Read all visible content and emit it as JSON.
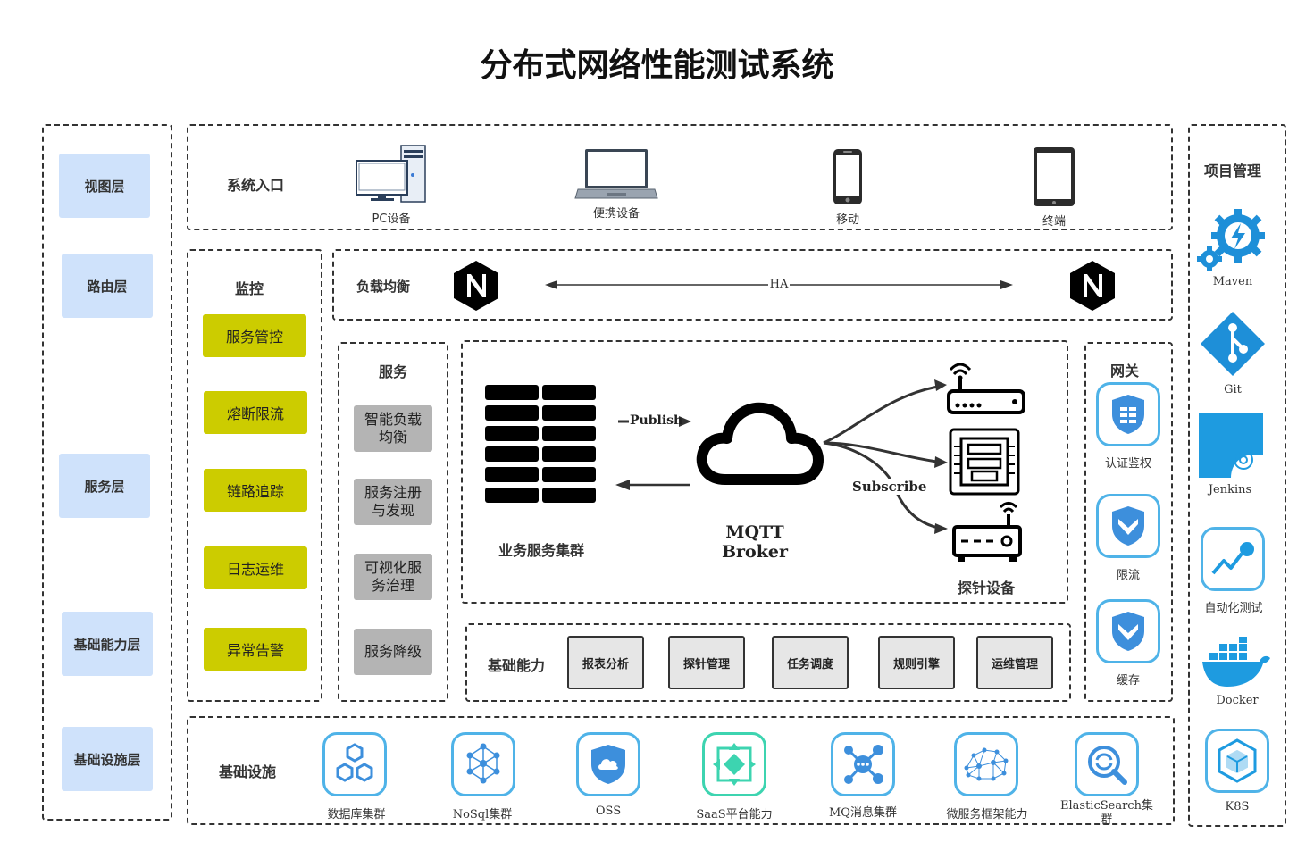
{
  "title": "分布式网络性能测试系统",
  "layers": [
    "视图层",
    "路由层",
    "服务层",
    "基础能力层",
    "基础设施层"
  ],
  "entry": {
    "label": "系统入口",
    "devices": [
      "PC设备",
      "便携设备",
      "移动",
      "终端"
    ]
  },
  "monitor": {
    "label": "监控",
    "items": [
      "服务管控",
      "熔断限流",
      "链路追踪",
      "日志运维",
      "异常告警"
    ],
    "color": "#cccc00"
  },
  "lb": {
    "label": "负载均衡",
    "ha": "HA"
  },
  "service": {
    "label": "服务",
    "items": [
      [
        "智能负载",
        "均衡"
      ],
      [
        "服务注册",
        "与发现"
      ],
      [
        "可视化服",
        "务治理"
      ],
      [
        "服务降级"
      ]
    ]
  },
  "mqtt": {
    "cluster": "业务服务集群",
    "publish": "Publish",
    "broker_line1": "MQTT",
    "broker_line2": "Broker",
    "subscribe": "Subscribe",
    "probe": "探针设备"
  },
  "gateway": {
    "label": "网关",
    "items": [
      "认证鉴权",
      "限流",
      "缓存"
    ]
  },
  "capability": {
    "label": "基础能力",
    "items": [
      "报表分析",
      "探针管理",
      "任务调度",
      "规则引擎",
      "运维管理"
    ]
  },
  "infra": {
    "label": "基础设施",
    "items": [
      "数据库集群",
      "NoSql集群",
      "OSS",
      "SaaS平台能力",
      "MQ消息集群",
      "微服务框架能力",
      "ElasticSearch集",
      "群"
    ]
  },
  "project": {
    "label": "项目管理",
    "items": [
      "Maven",
      "Git",
      "Jenkins",
      "自动化测试",
      "Docker",
      "K8S"
    ]
  },
  "colors": {
    "layer_bg": "#cfe2fb",
    "accent_blue": "#4fb3e8",
    "grey_box": "#b4b4b4"
  }
}
